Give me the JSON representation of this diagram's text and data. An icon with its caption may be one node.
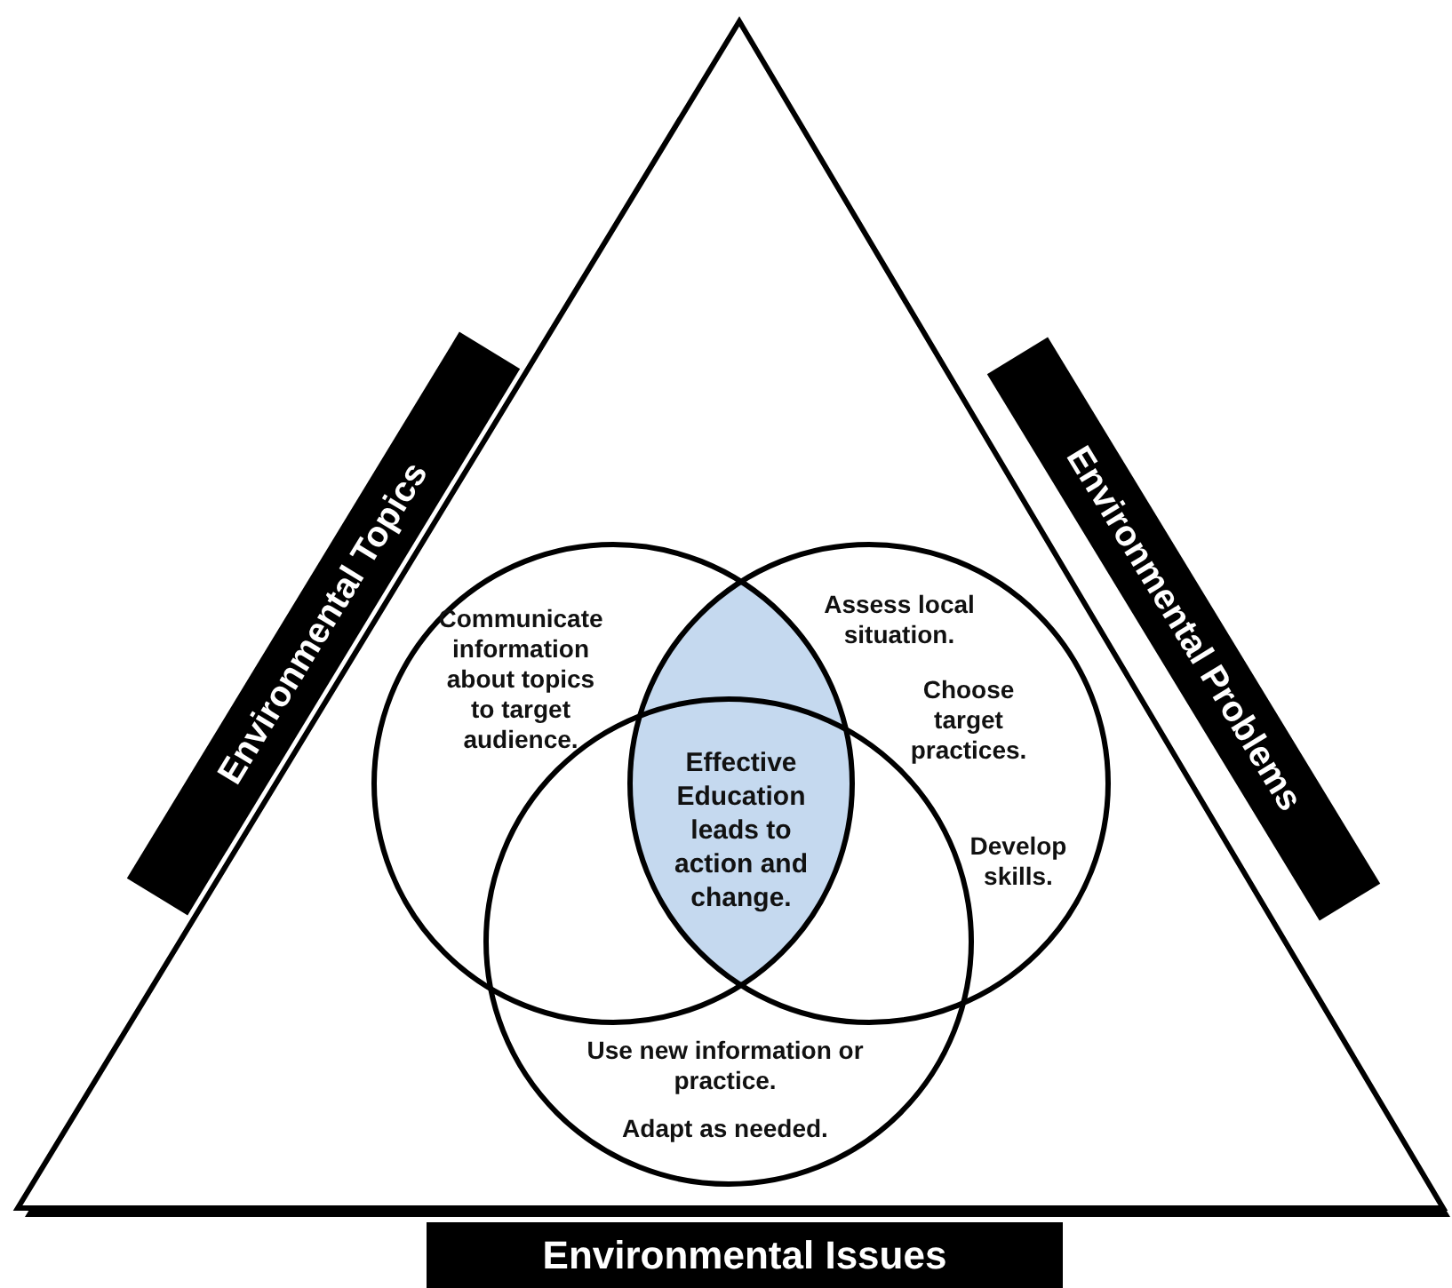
{
  "diagram": {
    "nodes": [
      {
        "text": [
          "Environmental Topics"
        ]
      },
      {
        "text": [
          "Environmental Problems"
        ]
      },
      {
        "text": [
          "Environmental Issues"
        ]
      },
      {
        "text": [
          "Communicate information about topics to target audience."
        ]
      },
      {
        "text": [
          "Assess local situation.",
          "Choose target practices.",
          "Develop skills."
        ]
      },
      {
        "text": [
          "Use new information or practice.",
          "Adapt as needed."
        ]
      },
      {
        "text": [
          "Effective Education leads to action and change."
        ]
      }
    ]
  }
}
